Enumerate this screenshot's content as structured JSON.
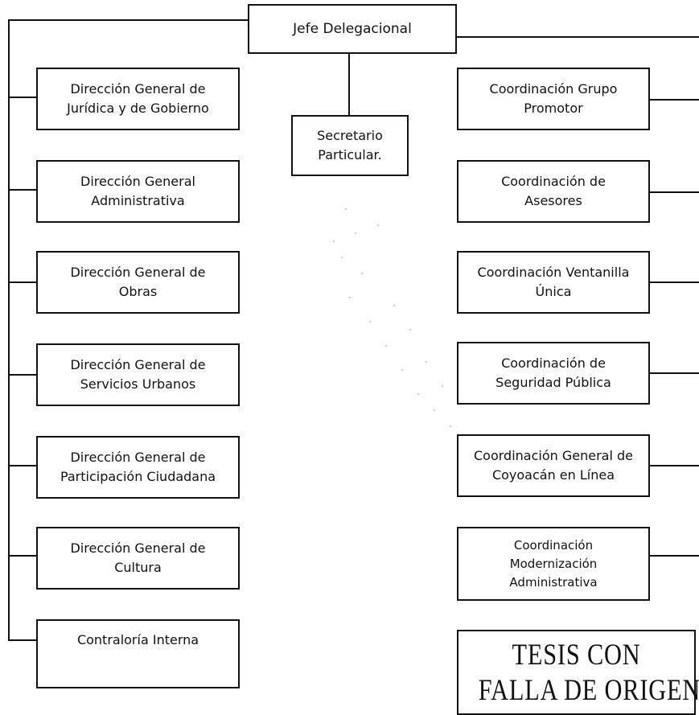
{
  "diagram": {
    "root": {
      "lines": [
        "Jefe Delegacional"
      ]
    },
    "secretary": {
      "lines": [
        "Secretario",
        "Particular."
      ]
    },
    "left_units": [
      {
        "lines": [
          "Dirección General de",
          "Jurídica y de Gobierno"
        ]
      },
      {
        "lines": [
          "Dirección General",
          "Administrativa"
        ]
      },
      {
        "lines": [
          "Dirección General de",
          "Obras"
        ]
      },
      {
        "lines": [
          "Dirección General de",
          "Servicios Urbanos"
        ]
      },
      {
        "lines": [
          "Dirección General de",
          "Participación Ciudadana"
        ]
      },
      {
        "lines": [
          "Dirección General de",
          "Cultura"
        ]
      },
      {
        "lines": [
          "Contraloría Interna"
        ]
      }
    ],
    "right_units": [
      {
        "lines": [
          "Coordinación Grupo",
          "Promotor"
        ]
      },
      {
        "lines": [
          "Coordinación de",
          "Asesores"
        ]
      },
      {
        "lines": [
          "Coordinación Ventanilla",
          "Única"
        ]
      },
      {
        "lines": [
          "Coordinación de",
          "Seguridad Pública"
        ]
      },
      {
        "lines": [
          "Coordinación General de",
          "Coyoacán en Línea"
        ]
      },
      {
        "lines": [
          "Coordinación",
          "Modernización",
          "Administrativa"
        ]
      }
    ]
  },
  "stamp": {
    "line1": "TESIS CON",
    "line2": "FALLA DE ORIGEN"
  }
}
